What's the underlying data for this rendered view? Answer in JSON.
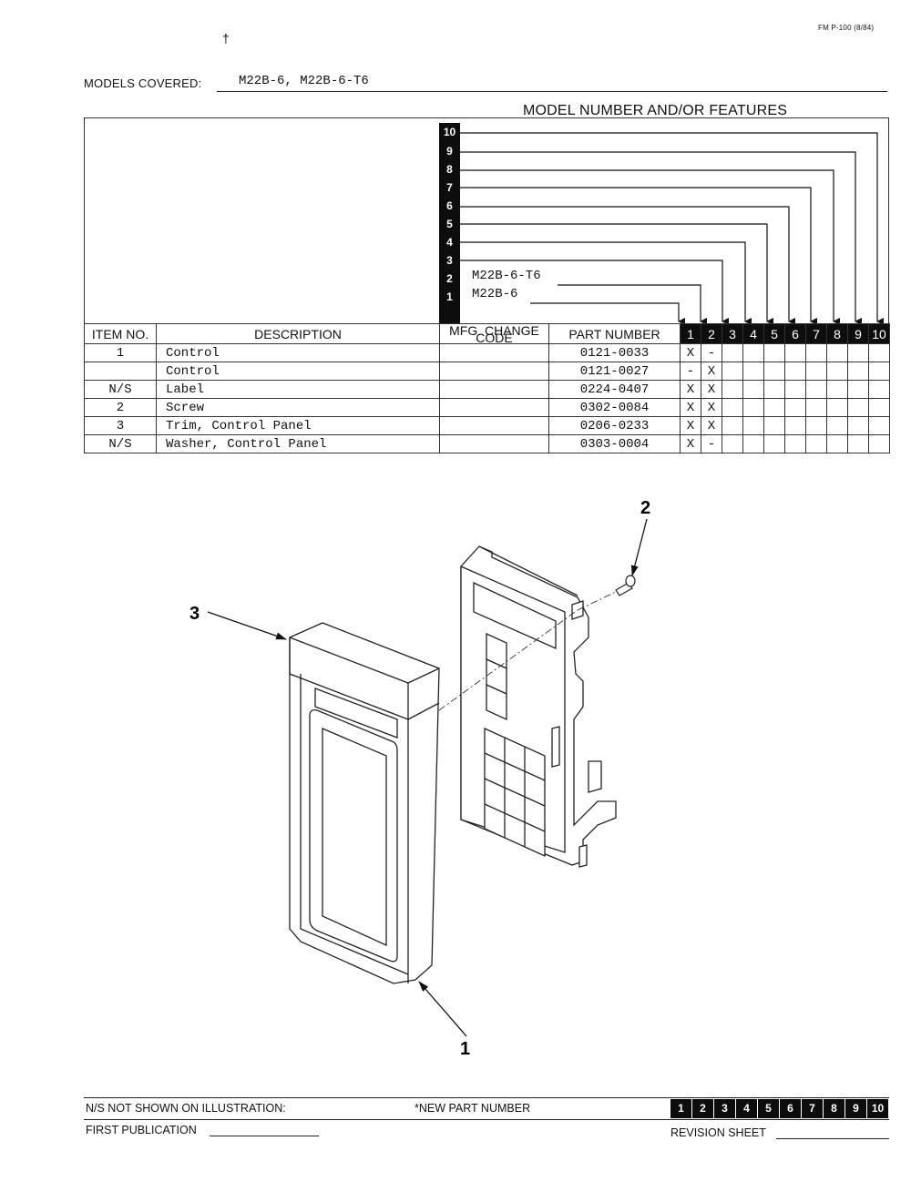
{
  "header": {
    "form_code": "FM P-100 (8/84)",
    "stray_mark": "†",
    "models_covered_label": "MODELS COVERED:",
    "models_covered_value": "M22B-6, M22B-6-T6",
    "features_heading": "MODEL NUMBER AND/OR FEATURES"
  },
  "model_columns": [
    "1",
    "2",
    "3",
    "4",
    "5",
    "6",
    "7",
    "8",
    "9",
    "10"
  ],
  "model_names": {
    "model_1": "M22B-6",
    "model_2": "M22B-6-T6"
  },
  "table": {
    "headers": {
      "item_no": "ITEM NO.",
      "description": "DESCRIPTION",
      "mfg_change_code": "MFG. CHANGE CODE",
      "part_number": "PART NUMBER"
    },
    "rows": [
      {
        "item": "1",
        "description": "Control",
        "part_number": "0121-0033",
        "m1": "X",
        "m2": "-"
      },
      {
        "item": "",
        "description": "Control",
        "part_number": "0121-0027",
        "m1": "-",
        "m2": "X"
      },
      {
        "item": "N/S",
        "description": "Label",
        "part_number": "0224-0407",
        "m1": "X",
        "m2": "X"
      },
      {
        "item": "2",
        "description": "Screw",
        "part_number": "0302-0084",
        "m1": "X",
        "m2": "X"
      },
      {
        "item": "3",
        "description": "Trim, Control Panel",
        "part_number": "0206-0233",
        "m1": "X",
        "m2": "X"
      },
      {
        "item": "N/S",
        "description": "Washer, Control Panel",
        "part_number": "0303-0004",
        "m1": "X",
        "m2": "-"
      }
    ]
  },
  "illustration": {
    "callouts": [
      "1",
      "2",
      "3"
    ]
  },
  "footer": {
    "ns_note": "N/S NOT SHOWN ON ILLUSTRATION:",
    "new_part_note": "*NEW PART NUMBER",
    "first_publication": "FIRST PUBLICATION",
    "revision_sheet": "REVISION SHEET"
  }
}
